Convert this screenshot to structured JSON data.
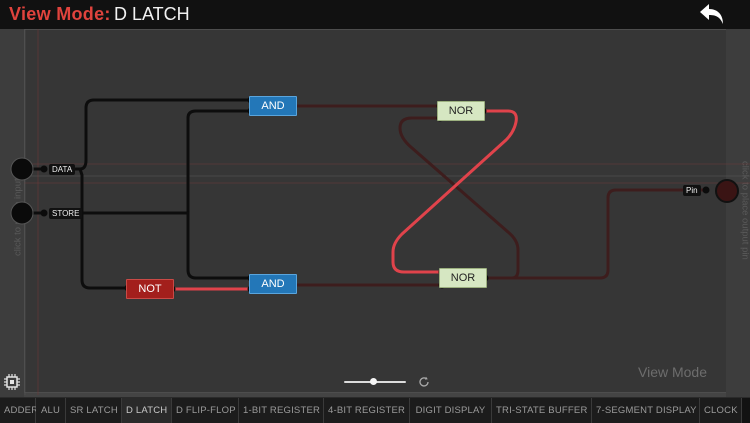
{
  "header": {
    "mode_label": "View Mode:",
    "circuit_name": "D LATCH",
    "back_icon": "back-arrow-icon"
  },
  "canvas": {
    "left_hint": "click to place input pin",
    "right_hint": "click to place output pin",
    "watermark": "View Mode",
    "zoom_level": 0.48
  },
  "inputs": [
    {
      "label": "DATA"
    },
    {
      "label": "STORE"
    }
  ],
  "output": {
    "label": "Pin"
  },
  "gates": {
    "and_top": "AND",
    "and_bottom": "AND",
    "nor_top": "NOR",
    "nor_bottom": "NOR",
    "not": "NOT"
  },
  "colors": {
    "wire_off": "#0d0d0d",
    "wire_on": "#e0434b",
    "wire_dim": "#3d1d1d",
    "and_gate": "#2377b8",
    "nor_gate": "#d6e7c2",
    "not_gate": "#a31f1c",
    "title_accent": "#e0433d"
  },
  "tabs": [
    {
      "label": "ADDER"
    },
    {
      "label": "ALU"
    },
    {
      "label": "SR LATCH"
    },
    {
      "label": "D LATCH",
      "active": true
    },
    {
      "label": "D FLIP-FLOP"
    },
    {
      "label": "1-BIT REGISTER"
    },
    {
      "label": "4-BIT REGISTER"
    },
    {
      "label": "DIGIT DISPLAY"
    },
    {
      "label": "TRI-STATE BUFFER"
    },
    {
      "label": "7-SEGMENT DISPLAY"
    },
    {
      "label": "CLOCK"
    }
  ]
}
